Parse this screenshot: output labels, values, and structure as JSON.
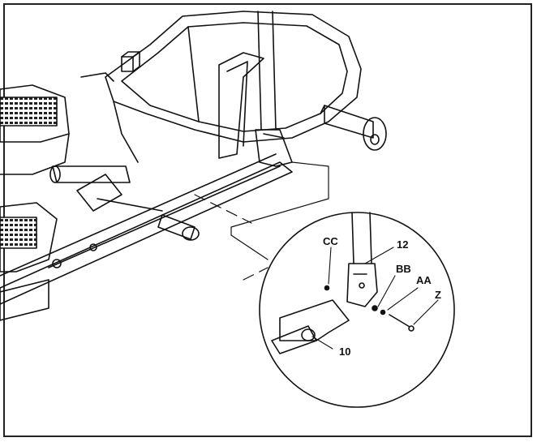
{
  "diagram": {
    "labels": {
      "cc": "CC",
      "twelve": "12",
      "bb": "BB",
      "aa": "AA",
      "z": "Z",
      "ten": "10"
    },
    "colors": {
      "ink": "#111111",
      "panel": "#ffffff",
      "shade": "#d6d6d6"
    }
  }
}
